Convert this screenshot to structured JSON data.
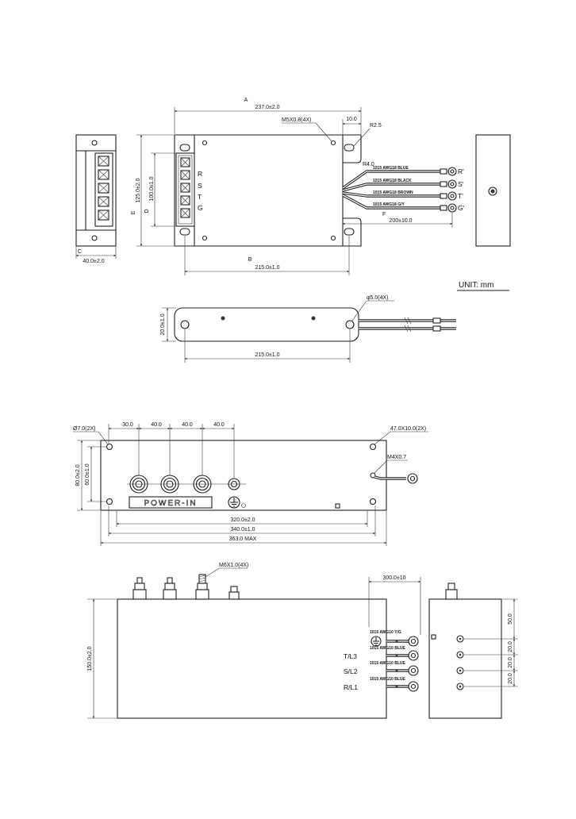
{
  "unit": "UNIT:  mm",
  "filter1": {
    "left_view": {
      "label": "C",
      "dim": "40.0±2.0"
    },
    "top_view": {
      "label_a": "A",
      "dim_a": "237.0±2.0",
      "thread": "M5X0.8(4X)",
      "dim_ear": "10.0",
      "radius_small": "R2.5",
      "radius_corner": "R4.0",
      "terminals": [
        "R",
        "S",
        "T",
        "G"
      ],
      "wires": [
        {
          "label": "1015  AWG18  BLUE",
          "end": "R'"
        },
        {
          "label": "1015  AWG18  BLACK",
          "end": "S'"
        },
        {
          "label": "1015  AWG18  BROWN",
          "end": "T'"
        },
        {
          "label": "1015  AWG18  G/Y",
          "end": "G'"
        }
      ],
      "label_f": "F",
      "dim_f": "200±10.0",
      "label_e": "E",
      "dim_e": "125.0±2.0",
      "label_d": "D",
      "dim_d": "100.0±1.0",
      "label_b": "B",
      "dim_b": "215.0±1.0"
    },
    "front_view": {
      "dim_height": "20.0±1.0",
      "hole": "φ5.0(4X)",
      "dim_holes": "215.0±1.0"
    }
  },
  "filter2": {
    "top_view": {
      "hole": "Ø7.0(2X)",
      "pitch": [
        "30.0",
        "40.0",
        "40.0",
        "40.0"
      ],
      "slot": "47.0X10.0(2X)",
      "ground_thread": "M4X0.7",
      "dim_outer_width": "80.0±2.0",
      "dim_hole_width": "60.0±1.0",
      "nameplate": "POWER-IN",
      "dim_320": "320.0±2.0",
      "dim_340": "340.0±1.0",
      "dim_363": "363.0  MAX"
    },
    "front_view": {
      "stud": "M6X1.0(4X)",
      "dim_height": "150.0±2.0",
      "dim_lead": "300.0±10",
      "wires": [
        "1015  AWG10  Y/G",
        "1015  AWG10  BLUE",
        "1015  AWG10  BLUE",
        "1015  AWG10  BLUE"
      ],
      "phases": [
        "T/L3",
        "S/L2",
        "R/L1"
      ]
    },
    "side_view": {
      "dim_top": "50.0",
      "pitch": [
        "20.0",
        "20.0",
        "20.0"
      ]
    }
  }
}
